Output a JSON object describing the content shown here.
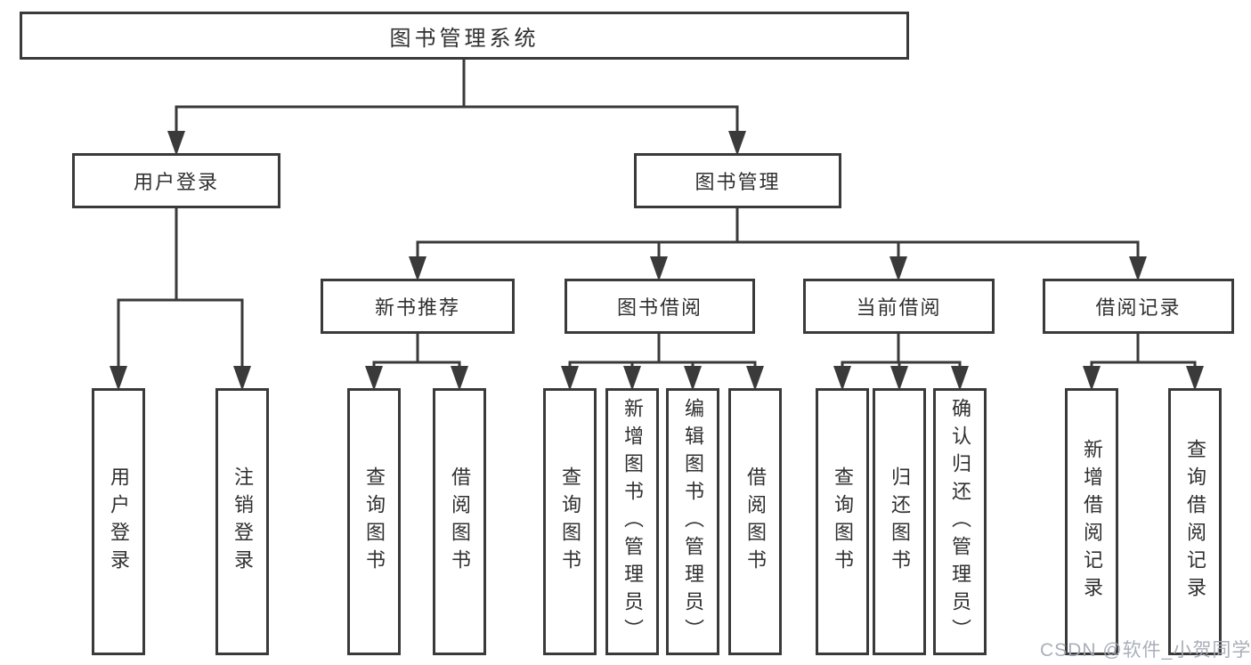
{
  "root": "图书管理系统",
  "level2": {
    "login": "用户登录",
    "mgmt": "图书管理"
  },
  "level3": {
    "recommend": "新书推荐",
    "borrow": "图书借阅",
    "current": "当前借阅",
    "records": "借阅记录"
  },
  "leaves": {
    "login_user": "用户登录",
    "login_logout": "注销登录",
    "rec_query": "查询图书",
    "rec_borrow": "借阅图书",
    "borrow_query": "查询图书",
    "borrow_add": "新增图书（管理员）",
    "borrow_edit": "编辑图书（管理员）",
    "borrow_borrow": "借阅图书",
    "cur_query": "查询图书",
    "cur_return": "归还图书",
    "cur_confirm": "确认归还（管理员）",
    "records_add": "新增借阅记录",
    "records_query": "查询借阅记录"
  },
  "watermark": "CSDN @软件_小贺同学",
  "colors": {
    "line": "#3a3a3a",
    "text": "#303030",
    "watermark": "#a4aab5",
    "background": "#ffffff"
  }
}
